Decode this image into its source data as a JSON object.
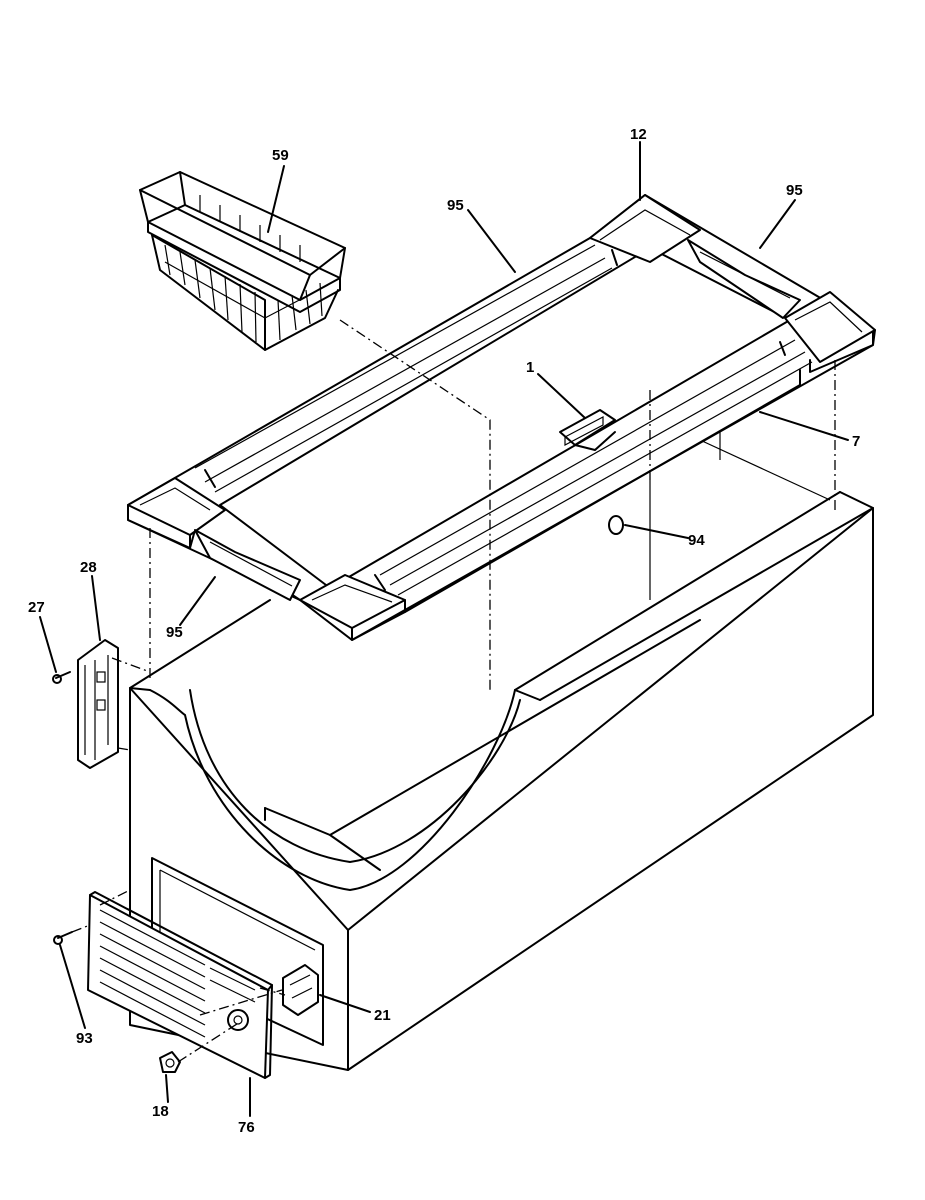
{
  "diagram": {
    "callouts": [
      {
        "id": "c59a",
        "text": "59"
      },
      {
        "id": "c12",
        "text": "12"
      },
      {
        "id": "c95a",
        "text": "95"
      },
      {
        "id": "c95b",
        "text": "95"
      },
      {
        "id": "c1",
        "text": "1"
      },
      {
        "id": "c7",
        "text": "7"
      },
      {
        "id": "c94",
        "text": "94"
      },
      {
        "id": "c28",
        "text": "28"
      },
      {
        "id": "c27",
        "text": "27"
      },
      {
        "id": "c95c",
        "text": "95"
      },
      {
        "id": "c21",
        "text": "21"
      },
      {
        "id": "c93",
        "text": "93"
      },
      {
        "id": "c18",
        "text": "18"
      },
      {
        "id": "c76",
        "text": "76"
      }
    ]
  }
}
